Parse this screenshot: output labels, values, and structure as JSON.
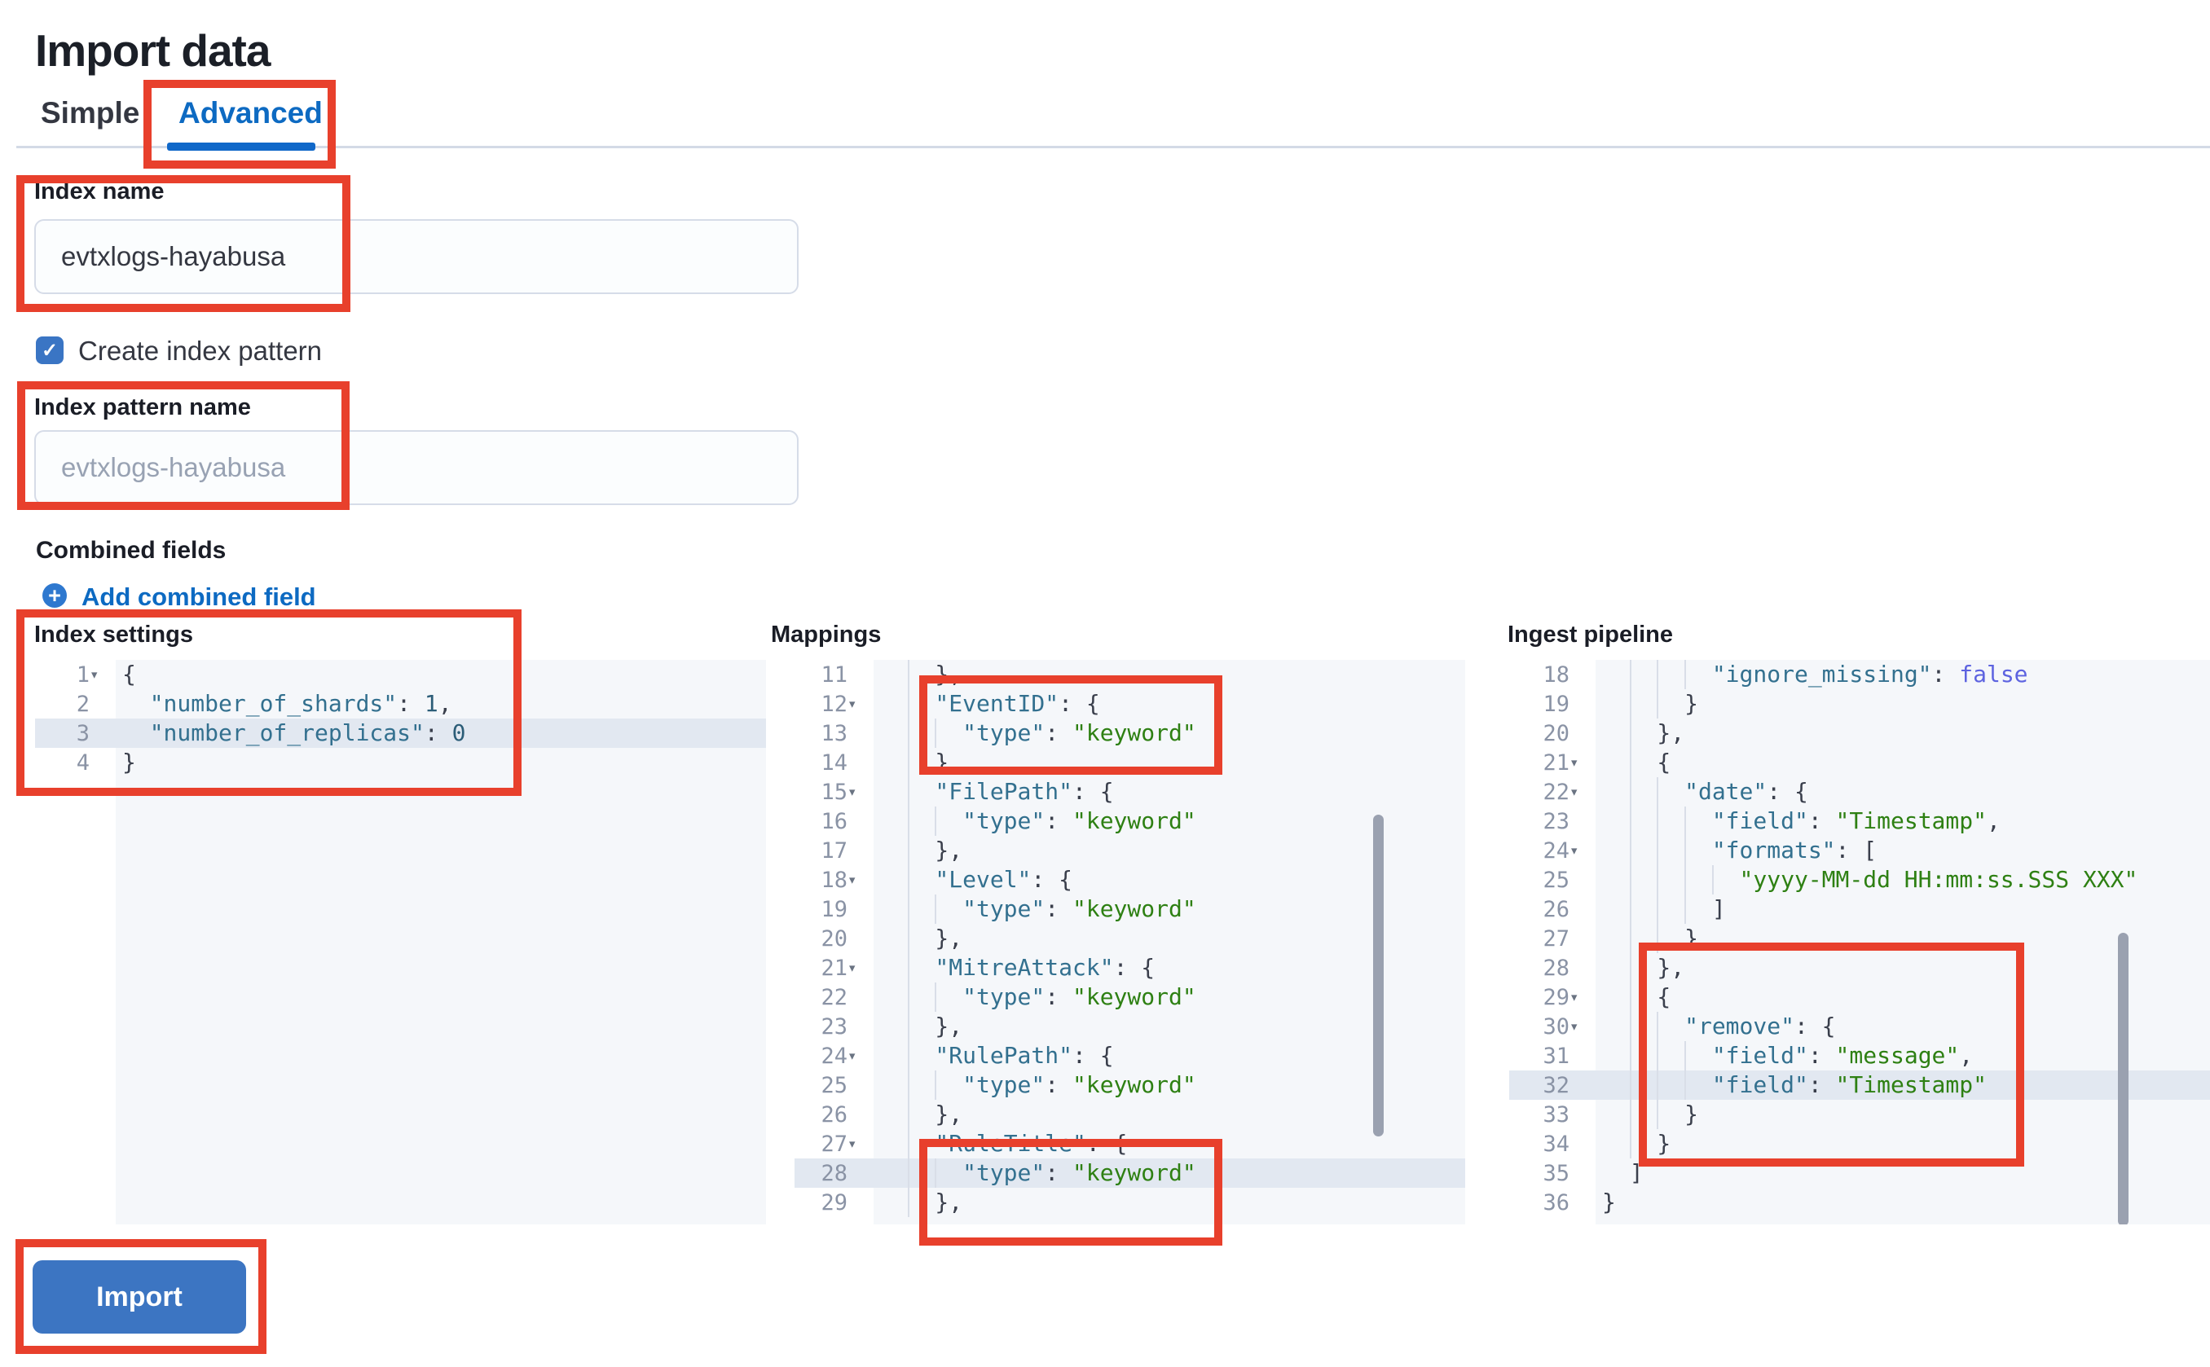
{
  "page": {
    "title": "Import data"
  },
  "tabs": [
    {
      "id": "simple",
      "label": "Simple",
      "selected": false
    },
    {
      "id": "advanced",
      "label": "Advanced",
      "selected": true
    }
  ],
  "form": {
    "index_name": {
      "label": "Index name",
      "value": "evtxlogs-hayabusa"
    },
    "create_index_pattern": {
      "label": "Create index pattern",
      "checked": true,
      "check_glyph": "✓"
    },
    "index_pattern_name": {
      "label": "Index pattern name",
      "value": "",
      "placeholder": "evtxlogs-hayabusa"
    },
    "combined_fields": {
      "label": "Combined fields",
      "add_label": "Add combined field",
      "add_icon": "plus-in-circle-icon",
      "plus_glyph": "+"
    }
  },
  "import_button": {
    "label": "Import"
  },
  "colors": {
    "accent_blue": "#0d6ac2",
    "control_blue": "#3a75c4",
    "button_blue": "#3c75c2",
    "annotation_red": "#e8402c",
    "code_key": "#33708f",
    "code_string": "#2e8013",
    "code_boolean": "#5d63e0",
    "code_number": "#2c5d78",
    "editor_background": "#f5f7fa",
    "active_line": "#e2e8f1"
  },
  "editors": [
    {
      "id": "index-settings",
      "label": "Index settings",
      "lines": [
        {
          "n": 1,
          "indent": 0,
          "fold": true,
          "active": false,
          "tokens": [
            [
              "p",
              "{"
            ]
          ]
        },
        {
          "n": 2,
          "indent": 2,
          "fold": false,
          "active": false,
          "tokens": [
            [
              "k",
              "\"number_of_shards\""
            ],
            [
              "p",
              ": "
            ],
            [
              "n",
              "1"
            ],
            [
              "p",
              ","
            ]
          ]
        },
        {
          "n": 3,
          "indent": 2,
          "fold": false,
          "active": true,
          "tokens": [
            [
              "k",
              "\"number_of_replicas\""
            ],
            [
              "p",
              ": "
            ],
            [
              "n",
              "0"
            ]
          ]
        },
        {
          "n": 4,
          "indent": 0,
          "fold": false,
          "active": false,
          "tokens": [
            [
              "p",
              "}"
            ]
          ]
        }
      ]
    },
    {
      "id": "mappings",
      "label": "Mappings",
      "lines": [
        {
          "n": 11,
          "indent": 4,
          "fold": false,
          "active": false,
          "tokens": [
            [
              "p",
              "},"
            ]
          ]
        },
        {
          "n": 12,
          "indent": 4,
          "fold": true,
          "active": false,
          "tokens": [
            [
              "k",
              "\"EventID\""
            ],
            [
              "p",
              ": {"
            ]
          ]
        },
        {
          "n": 13,
          "indent": 6,
          "fold": false,
          "active": false,
          "tokens": [
            [
              "k",
              "\"type\""
            ],
            [
              "p",
              ": "
            ],
            [
              "s",
              "\"keyword\""
            ]
          ]
        },
        {
          "n": 14,
          "indent": 4,
          "fold": false,
          "active": false,
          "tokens": [
            [
              "p",
              "},"
            ]
          ]
        },
        {
          "n": 15,
          "indent": 4,
          "fold": true,
          "active": false,
          "tokens": [
            [
              "k",
              "\"FilePath\""
            ],
            [
              "p",
              ": {"
            ]
          ]
        },
        {
          "n": 16,
          "indent": 6,
          "fold": false,
          "active": false,
          "tokens": [
            [
              "k",
              "\"type\""
            ],
            [
              "p",
              ": "
            ],
            [
              "s",
              "\"keyword\""
            ]
          ]
        },
        {
          "n": 17,
          "indent": 4,
          "fold": false,
          "active": false,
          "tokens": [
            [
              "p",
              "},"
            ]
          ]
        },
        {
          "n": 18,
          "indent": 4,
          "fold": true,
          "active": false,
          "tokens": [
            [
              "k",
              "\"Level\""
            ],
            [
              "p",
              ": {"
            ]
          ]
        },
        {
          "n": 19,
          "indent": 6,
          "fold": false,
          "active": false,
          "tokens": [
            [
              "k",
              "\"type\""
            ],
            [
              "p",
              ": "
            ],
            [
              "s",
              "\"keyword\""
            ]
          ]
        },
        {
          "n": 20,
          "indent": 4,
          "fold": false,
          "active": false,
          "tokens": [
            [
              "p",
              "},"
            ]
          ]
        },
        {
          "n": 21,
          "indent": 4,
          "fold": true,
          "active": false,
          "tokens": [
            [
              "k",
              "\"MitreAttack\""
            ],
            [
              "p",
              ": {"
            ]
          ]
        },
        {
          "n": 22,
          "indent": 6,
          "fold": false,
          "active": false,
          "tokens": [
            [
              "k",
              "\"type\""
            ],
            [
              "p",
              ": "
            ],
            [
              "s",
              "\"keyword\""
            ]
          ]
        },
        {
          "n": 23,
          "indent": 4,
          "fold": false,
          "active": false,
          "tokens": [
            [
              "p",
              "},"
            ]
          ]
        },
        {
          "n": 24,
          "indent": 4,
          "fold": true,
          "active": false,
          "tokens": [
            [
              "k",
              "\"RulePath\""
            ],
            [
              "p",
              ": {"
            ]
          ]
        },
        {
          "n": 25,
          "indent": 6,
          "fold": false,
          "active": false,
          "tokens": [
            [
              "k",
              "\"type\""
            ],
            [
              "p",
              ": "
            ],
            [
              "s",
              "\"keyword\""
            ]
          ]
        },
        {
          "n": 26,
          "indent": 4,
          "fold": false,
          "active": false,
          "tokens": [
            [
              "p",
              "},"
            ]
          ]
        },
        {
          "n": 27,
          "indent": 4,
          "fold": true,
          "active": false,
          "tokens": [
            [
              "k",
              "\"RuleTitle\""
            ],
            [
              "p",
              ": {"
            ]
          ]
        },
        {
          "n": 28,
          "indent": 6,
          "fold": false,
          "active": true,
          "tokens": [
            [
              "k",
              "\"type\""
            ],
            [
              "p",
              ": "
            ],
            [
              "s",
              "\"keyword\""
            ]
          ]
        },
        {
          "n": 29,
          "indent": 4,
          "fold": false,
          "active": false,
          "tokens": [
            [
              "p",
              "},"
            ]
          ]
        }
      ]
    },
    {
      "id": "ingest-pipeline",
      "label": "Ingest pipeline",
      "lines": [
        {
          "n": 18,
          "indent": 8,
          "fold": false,
          "active": false,
          "tokens": [
            [
              "k",
              "\"ignore_missing\""
            ],
            [
              "p",
              ": "
            ],
            [
              "b",
              "false"
            ]
          ]
        },
        {
          "n": 19,
          "indent": 6,
          "fold": false,
          "active": false,
          "tokens": [
            [
              "p",
              "}"
            ]
          ]
        },
        {
          "n": 20,
          "indent": 4,
          "fold": false,
          "active": false,
          "tokens": [
            [
              "p",
              "},"
            ]
          ]
        },
        {
          "n": 21,
          "indent": 4,
          "fold": true,
          "active": false,
          "tokens": [
            [
              "p",
              "{"
            ]
          ]
        },
        {
          "n": 22,
          "indent": 6,
          "fold": true,
          "active": false,
          "tokens": [
            [
              "k",
              "\"date\""
            ],
            [
              "p",
              ": {"
            ]
          ]
        },
        {
          "n": 23,
          "indent": 8,
          "fold": false,
          "active": false,
          "tokens": [
            [
              "k",
              "\"field\""
            ],
            [
              "p",
              ": "
            ],
            [
              "s",
              "\"Timestamp\""
            ],
            [
              "p",
              ","
            ]
          ]
        },
        {
          "n": 24,
          "indent": 8,
          "fold": true,
          "active": false,
          "tokens": [
            [
              "k",
              "\"formats\""
            ],
            [
              "p",
              ": ["
            ]
          ]
        },
        {
          "n": 25,
          "indent": 10,
          "fold": false,
          "active": false,
          "tokens": [
            [
              "s",
              "\"yyyy-MM-dd HH:mm:ss.SSS XXX\""
            ]
          ]
        },
        {
          "n": 26,
          "indent": 8,
          "fold": false,
          "active": false,
          "tokens": [
            [
              "p",
              "]"
            ]
          ]
        },
        {
          "n": 27,
          "indent": 6,
          "fold": false,
          "active": false,
          "tokens": [
            [
              "p",
              "}"
            ]
          ]
        },
        {
          "n": 28,
          "indent": 4,
          "fold": false,
          "active": false,
          "tokens": [
            [
              "p",
              "},"
            ]
          ]
        },
        {
          "n": 29,
          "indent": 4,
          "fold": true,
          "active": false,
          "tokens": [
            [
              "p",
              "{"
            ]
          ]
        },
        {
          "n": 30,
          "indent": 6,
          "fold": true,
          "active": false,
          "tokens": [
            [
              "k",
              "\"remove\""
            ],
            [
              "p",
              ": {"
            ]
          ]
        },
        {
          "n": 31,
          "indent": 8,
          "fold": false,
          "active": false,
          "tokens": [
            [
              "k",
              "\"field\""
            ],
            [
              "p",
              ": "
            ],
            [
              "s",
              "\"message\""
            ],
            [
              "p",
              ","
            ]
          ]
        },
        {
          "n": 32,
          "indent": 8,
          "fold": false,
          "active": true,
          "tokens": [
            [
              "k",
              "\"field\""
            ],
            [
              "p",
              ": "
            ],
            [
              "s",
              "\"Timestamp\""
            ]
          ]
        },
        {
          "n": 33,
          "indent": 6,
          "fold": false,
          "active": false,
          "tokens": [
            [
              "p",
              "}"
            ]
          ]
        },
        {
          "n": 34,
          "indent": 4,
          "fold": false,
          "active": false,
          "tokens": [
            [
              "p",
              "}"
            ]
          ]
        },
        {
          "n": 35,
          "indent": 2,
          "fold": false,
          "active": false,
          "tokens": [
            [
              "p",
              "]"
            ]
          ]
        },
        {
          "n": 36,
          "indent": 0,
          "fold": false,
          "active": false,
          "tokens": [
            [
              "p",
              "}"
            ]
          ]
        }
      ]
    }
  ],
  "annotations": [
    {
      "id": "annotation-advanced-tab",
      "highlights": "Advanced tab"
    },
    {
      "id": "annotation-index-name",
      "highlights": "Index name field"
    },
    {
      "id": "annotation-index-pattern-name",
      "highlights": "Index pattern name field"
    },
    {
      "id": "annotation-index-settings",
      "highlights": "Index settings JSON"
    },
    {
      "id": "annotation-mappings-eventid",
      "highlights": "EventID keyword mapping"
    },
    {
      "id": "annotation-mappings-ruletitle",
      "highlights": "RuleTitle keyword mapping"
    },
    {
      "id": "annotation-ingest-remove",
      "highlights": "remove processor"
    },
    {
      "id": "annotation-import-button",
      "highlights": "Import button"
    }
  ]
}
